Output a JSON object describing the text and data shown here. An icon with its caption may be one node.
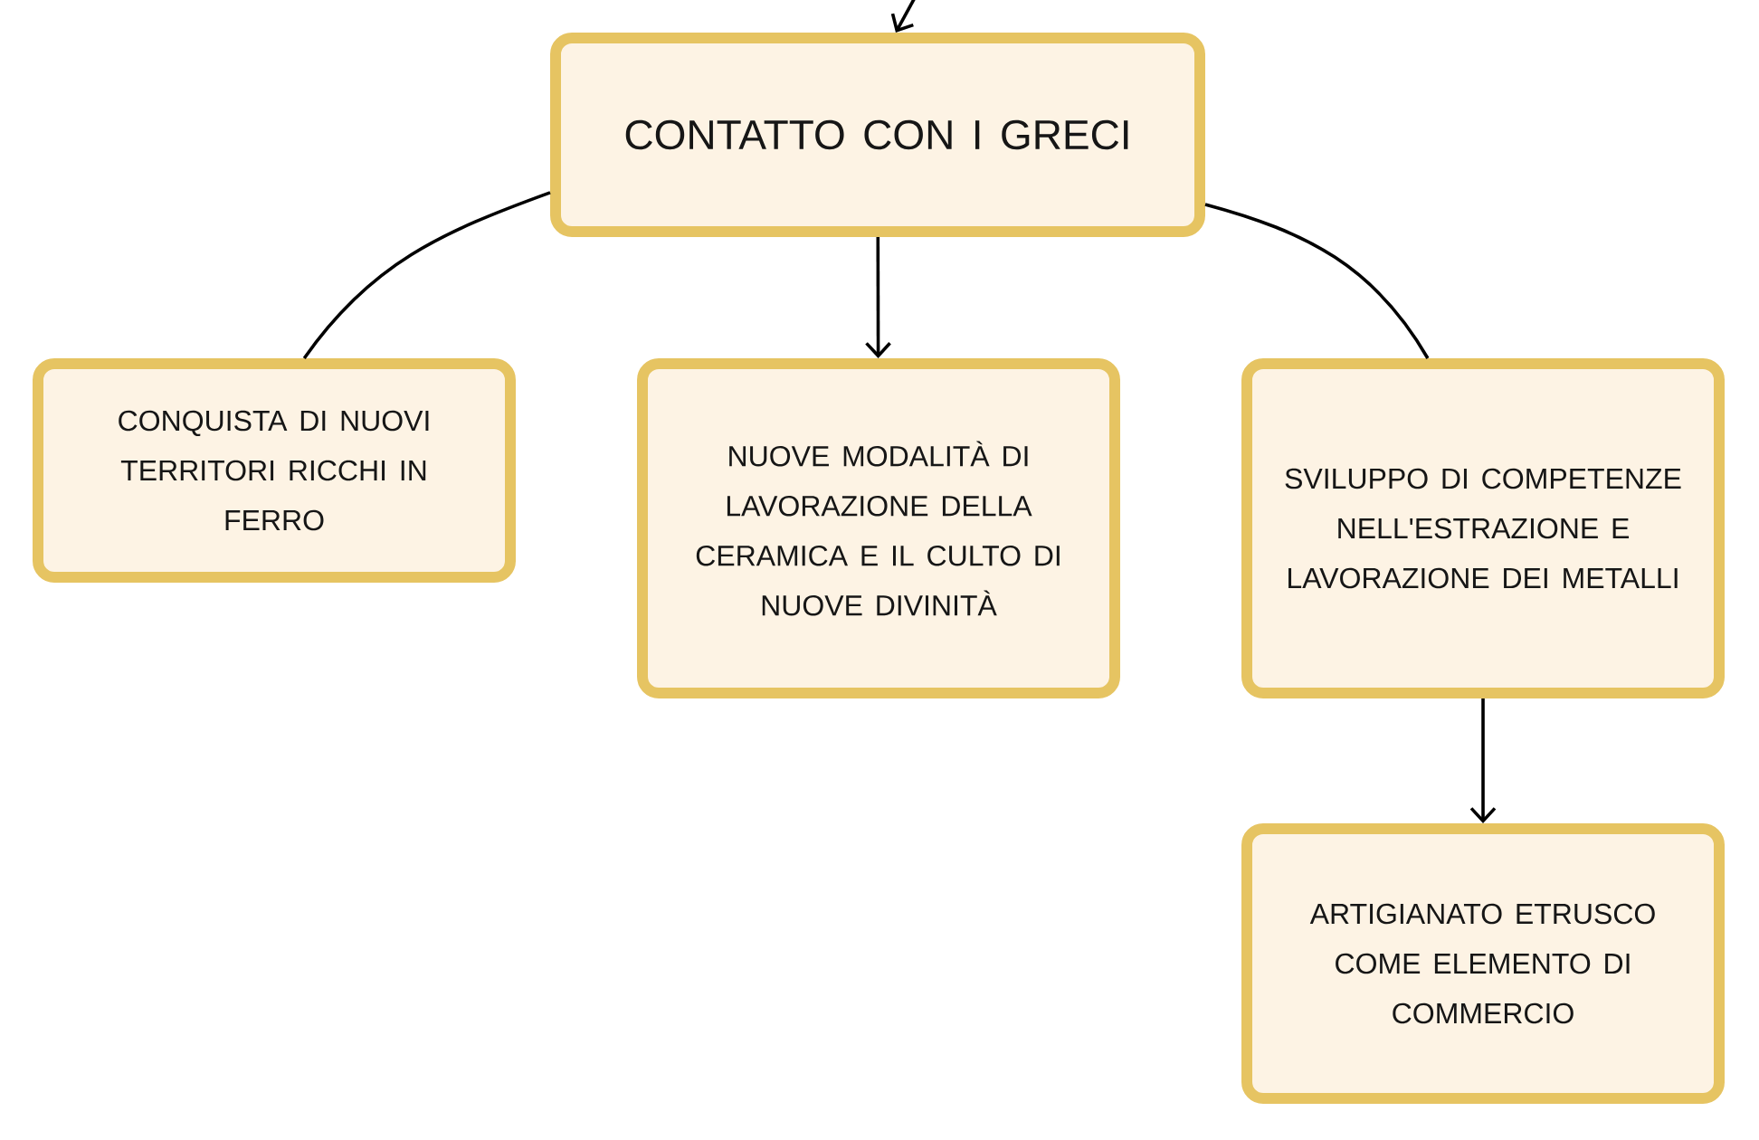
{
  "diagram": {
    "nodes": [
      {
        "text": [
          "CONTATTO CON I GRECI"
        ]
      },
      {
        "text": [
          "CONQUISTA DI NUOVI TERRITORI RICCHI IN FERRO"
        ]
      },
      {
        "text": [
          "NUOVE MODALITÀ DI LAVORAZIONE DELLA CERAMICA E IL CULTO DI NUOVE DIVINITÀ"
        ]
      },
      {
        "text": [
          "SVILUPPO DI COMPETENZE NELL'ESTRAZIONE E LAVORAZIONE DEI METALLI"
        ]
      },
      {
        "text": [
          "ARTIGIANATO ETRUSCO COME ELEMENTO DI COMMERCIO"
        ]
      }
    ],
    "edges": [
      {
        "from": null,
        "to": 0,
        "arrow": "to"
      },
      {
        "from": 0,
        "to": 1,
        "arrow": "none"
      },
      {
        "from": 0,
        "to": 2,
        "arrow": "to"
      },
      {
        "from": 0,
        "to": 3,
        "arrow": "none"
      },
      {
        "from": 3,
        "to": 4,
        "arrow": "to"
      }
    ]
  }
}
